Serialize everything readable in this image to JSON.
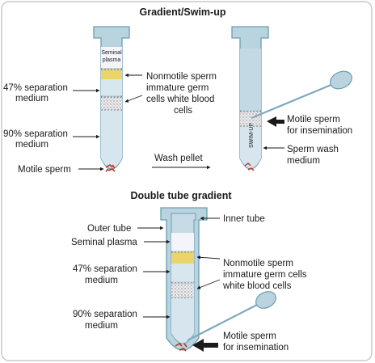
{
  "colors": {
    "tube_fill": "#b9d3df",
    "tube_stroke": "#6c9db3",
    "seminal_layer": "#f4f4fa",
    "yellow_layer": "#ecd36a",
    "speckle_layer": "#e9e9ee",
    "lower_fluid": "#d7e5ee",
    "frame": "#c9c9c9"
  },
  "gradient_swimup": {
    "title": "Gradient/Swim-up",
    "tube1": {
      "seminal_label": [
        "Seminal",
        "plasma"
      ],
      "left_labels": {
        "medium47": [
          "47% separation",
          "medium"
        ],
        "medium90": [
          "90% separation",
          "medium"
        ],
        "motile": "Motile sperm"
      },
      "right_label": [
        "Nonmotile sperm",
        "immature germ",
        "cells white blood",
        "cells"
      ]
    },
    "wash_pellet": "Wash pellet",
    "tube2": {
      "inner_label": "SWIM-UP",
      "motile_label": [
        "Motile sperm",
        "for insemination"
      ],
      "wash_label": [
        "Sperm wash",
        "medium"
      ]
    }
  },
  "double_tube": {
    "title": "Double tube gradient",
    "left_labels": {
      "outer_tube": "Outer tube",
      "seminal_plasma": "Seminal plasma",
      "medium47": [
        "47% separation",
        "medium"
      ],
      "medium90": [
        "90% separation",
        "medium"
      ]
    },
    "right_labels": {
      "inner_tube": "Inner tube",
      "nonmotile": [
        "Nonmotile sperm",
        "immature germ cells",
        "white blood cells"
      ],
      "motile": [
        "Motile sperm",
        "for insemination"
      ]
    }
  }
}
